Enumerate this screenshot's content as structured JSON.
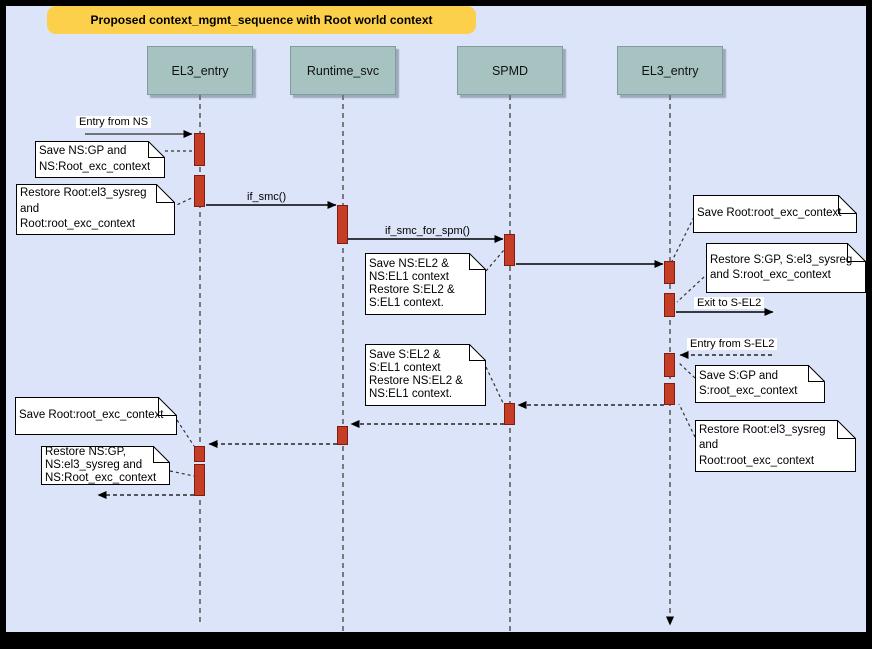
{
  "title": "Proposed context_mgmt_sequence with Root world context",
  "actors": [
    {
      "label": "EL3_entry"
    },
    {
      "label": "Runtime_svc"
    },
    {
      "label": "SPMD"
    },
    {
      "label": "EL3_entry"
    }
  ],
  "messages": {
    "entry_from_ns": "Entry from NS",
    "if_smc": "if_smc()",
    "if_smc_for_spm": "if_smc_for_spm()",
    "exit_to_sel2": "Exit to S-EL2",
    "entry_from_sel2": "Entry from S-EL2"
  },
  "notes": [
    {
      "lines": [
        "Save NS:GP and",
        "NS:Root_exc_context"
      ]
    },
    {
      "lines": [
        "Restore Root:el3_sysreg",
        "and",
        "Root:root_exc_context"
      ]
    },
    {
      "lines": [
        "Save NS:EL2 &",
        "NS:EL1 context",
        "Restore S:EL2 &",
        "S:EL1 context."
      ]
    },
    {
      "lines": [
        "Save Root:root_exc_context"
      ]
    },
    {
      "lines": [
        "Restore S:GP, S:el3_sysreg",
        "and S:root_exc_context"
      ]
    },
    {
      "lines": [
        "Save S:GP and",
        "S:root_exc_context"
      ]
    },
    {
      "lines": [
        "Restore Root:el3_sysreg",
        "and",
        "Root:root_exc_context"
      ]
    },
    {
      "lines": [
        "Save S:EL2 &",
        "S:EL1 context",
        "Restore NS:EL2 &",
        "NS:EL1 context."
      ]
    },
    {
      "lines": [
        "Save Root:root_exc_context"
      ]
    },
    {
      "lines": [
        "Restore NS:GP,",
        "NS:el3_sysreg and",
        "NS:Root_exc_context"
      ]
    }
  ],
  "colors": {
    "background": "#dbe4f8",
    "frame": "#000000",
    "title_bg": "#fcd04b",
    "actor_fill": "#a6c3c1",
    "actor_border": "#7f9d9b",
    "activation_fill": "#c63d26",
    "activation_border": "#7e1d10",
    "note_fill": "#ffffff",
    "line": "#000000"
  }
}
